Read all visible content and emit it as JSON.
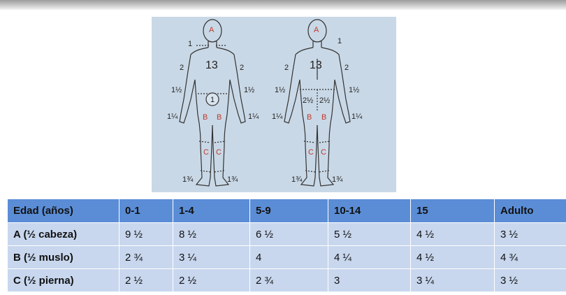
{
  "figure": {
    "front": {
      "head": "A",
      "neck": "1",
      "trunk": "13",
      "upper_arm_left": "2",
      "upper_arm_right": "2",
      "forearm_left": "1½",
      "forearm_right": "1½",
      "genital": "1",
      "hand_left": "1¼",
      "hand_right": "1¼",
      "thigh_left": "B",
      "thigh_right": "B",
      "leg_left": "C",
      "leg_right": "C",
      "foot_left": "1¾",
      "foot_right": "1¾"
    },
    "back": {
      "head": "A",
      "neck": "1",
      "trunk": "13",
      "upper_arm_left": "2",
      "upper_arm_right": "2",
      "forearm_left": "1½",
      "forearm_right": "1½",
      "buttock_left": "2½",
      "buttock_right": "2½",
      "hand_left": "1¼",
      "hand_right": "1¼",
      "thigh_left": "B",
      "thigh_right": "B",
      "leg_left": "C",
      "leg_right": "C",
      "foot_left": "1¾",
      "foot_right": "1¾"
    }
  },
  "table": {
    "headers": [
      "Edad (años)",
      "0-1",
      "1-4",
      "5-9",
      "10-14",
      "15",
      "Adulto"
    ],
    "rows": [
      [
        "A (½ cabeza)",
        "9 ½",
        "8 ½",
        "6 ½",
        "5 ½",
        "4 ½",
        "3 ½"
      ],
      [
        "B (½ muslo)",
        "2 ¾",
        "3 ¼",
        "4",
        "4 ¼",
        "4 ½",
        "4 ¾"
      ],
      [
        "C (½ pierna)",
        "2 ½",
        "2 ½",
        "2 ¾",
        "3",
        "3 ¼",
        "3 ½"
      ]
    ]
  },
  "colors": {
    "figure_bg": "#c9d8e6",
    "header_bg": "#5b8dd6",
    "row_bg": "#c8d7ee",
    "letter_red": "#c0392b"
  }
}
